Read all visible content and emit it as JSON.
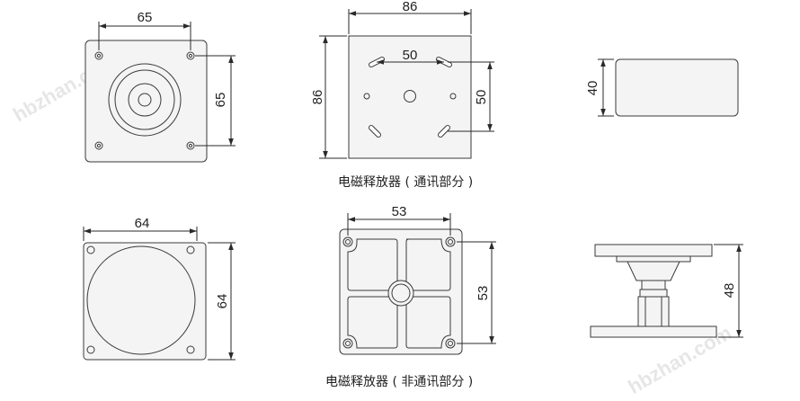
{
  "captions": {
    "top": "电磁释放器 ( 通讯部分 )",
    "bottom": "电磁释放器 ( 非通讯部分 )"
  },
  "watermark": "hbzhan.com",
  "dimensions": {
    "top_left_width": "65",
    "top_left_height": "65",
    "top_mid_outer_width": "86",
    "top_mid_outer_height": "86",
    "top_mid_hole_width": "50",
    "top_mid_hole_height": "50",
    "top_right_height": "40",
    "bottom_left_width": "64",
    "bottom_left_height": "64",
    "bottom_mid_width": "53",
    "bottom_mid_height": "53",
    "bottom_right_height": "48"
  }
}
